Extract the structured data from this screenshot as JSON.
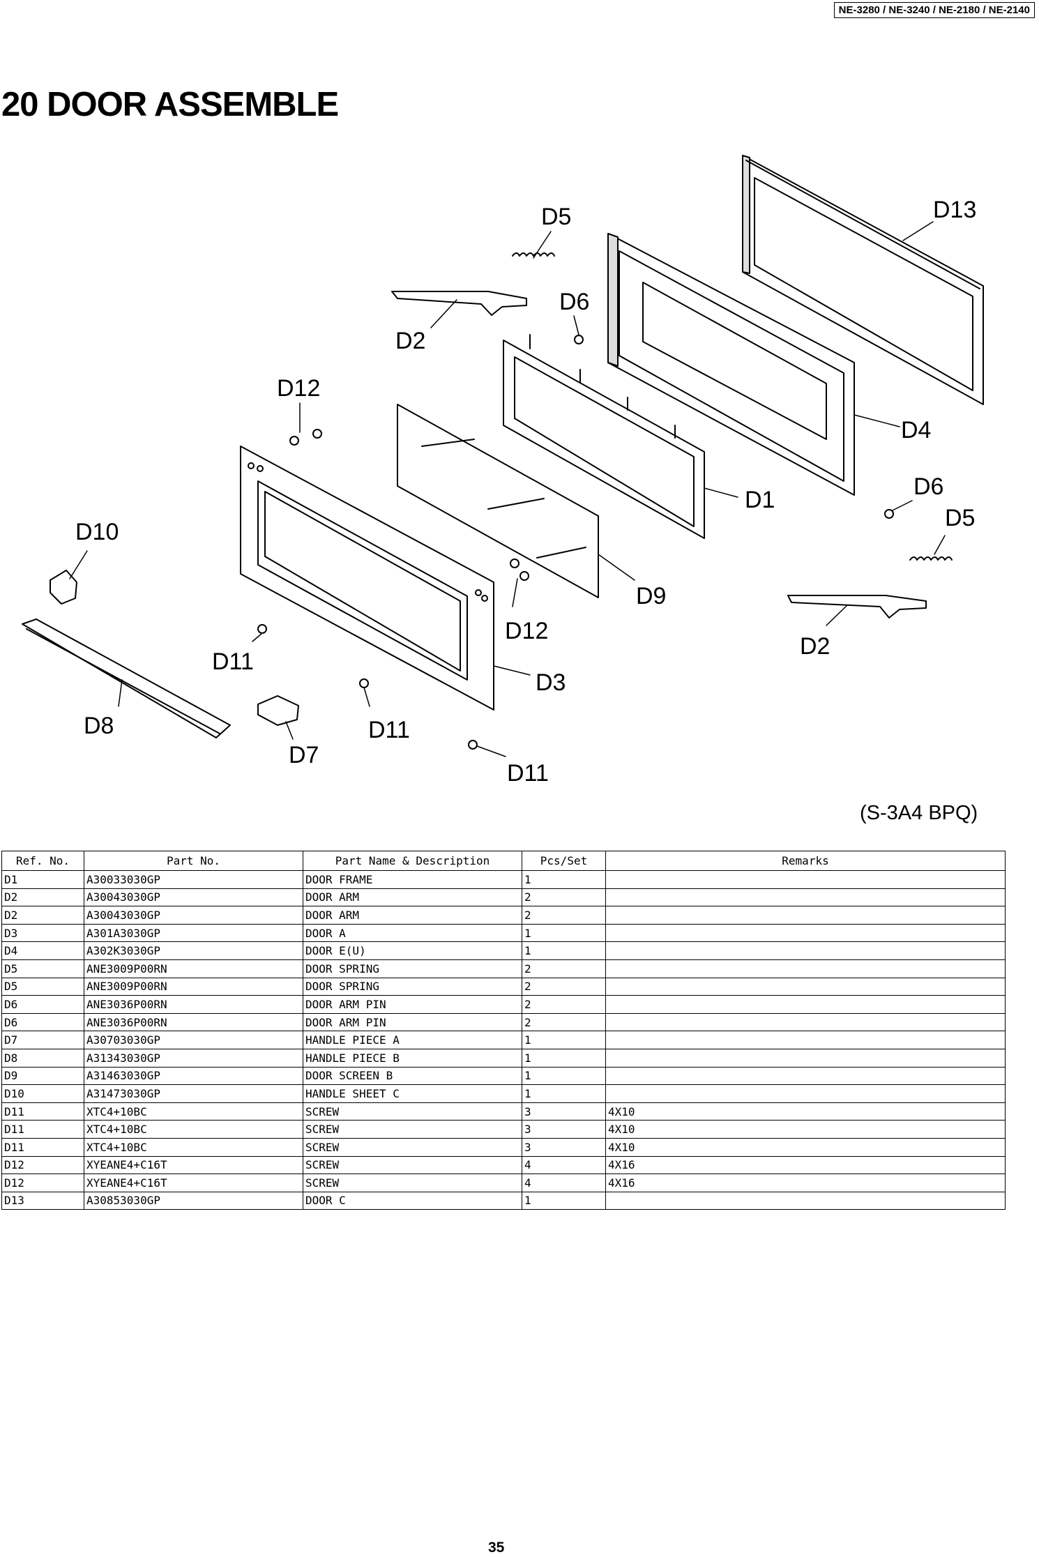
{
  "header": {
    "models": "NE-3280 / NE-3240 / NE-2180 / NE-2140"
  },
  "title": "20 DOOR ASSEMBLE",
  "diagram": {
    "callouts": [
      "D5",
      "D13",
      "D2",
      "D6",
      "D12",
      "D4",
      "D1",
      "D6",
      "D5",
      "D10",
      "D9",
      "D12",
      "D2",
      "D11",
      "D3",
      "D8",
      "D11",
      "D7",
      "D11"
    ],
    "code": "(S-3A4 BPQ)"
  },
  "table": {
    "headers": [
      "Ref. No.",
      "Part No.",
      "Part Name & Description",
      "Pcs/Set",
      "Remarks"
    ],
    "rows": [
      [
        "D1",
        "A30033030GP",
        "DOOR FRAME",
        "1",
        ""
      ],
      [
        "D2",
        "A30043030GP",
        "DOOR ARM",
        "2",
        ""
      ],
      [
        "D2",
        "A30043030GP",
        "DOOR ARM",
        "2",
        ""
      ],
      [
        "D3",
        "A301A3030GP",
        "DOOR A",
        "1",
        ""
      ],
      [
        "D4",
        "A302K3030GP",
        "DOOR E(U)",
        "1",
        ""
      ],
      [
        "D5",
        "ANE3009P00RN",
        "DOOR SPRING",
        "2",
        ""
      ],
      [
        "D5",
        "ANE3009P00RN",
        "DOOR SPRING",
        "2",
        ""
      ],
      [
        "D6",
        "ANE3036P00RN",
        "DOOR ARM PIN",
        "2",
        ""
      ],
      [
        "D6",
        "ANE3036P00RN",
        "DOOR ARM PIN",
        "2",
        ""
      ],
      [
        "D7",
        "A30703030GP",
        "HANDLE PIECE A",
        "1",
        ""
      ],
      [
        "D8",
        "A31343030GP",
        "HANDLE PIECE B",
        "1",
        ""
      ],
      [
        "D9",
        "A31463030GP",
        "DOOR SCREEN B",
        "1",
        ""
      ],
      [
        "D10",
        "A31473030GP",
        "HANDLE SHEET C",
        "1",
        ""
      ],
      [
        "D11",
        "XTC4+10BC",
        "SCREW",
        "3",
        "4X10"
      ],
      [
        "D11",
        "XTC4+10BC",
        "SCREW",
        "3",
        "4X10"
      ],
      [
        "D11",
        "XTC4+10BC",
        "SCREW",
        "3",
        "4X10"
      ],
      [
        "D12",
        "XYEANE4+C16T",
        "SCREW",
        "4",
        "4X16"
      ],
      [
        "D12",
        "XYEANE4+C16T",
        "SCREW",
        "4",
        "4X16"
      ],
      [
        "D13",
        "A30853030GP",
        "DOOR C",
        "1",
        ""
      ]
    ]
  },
  "page_number": "35"
}
